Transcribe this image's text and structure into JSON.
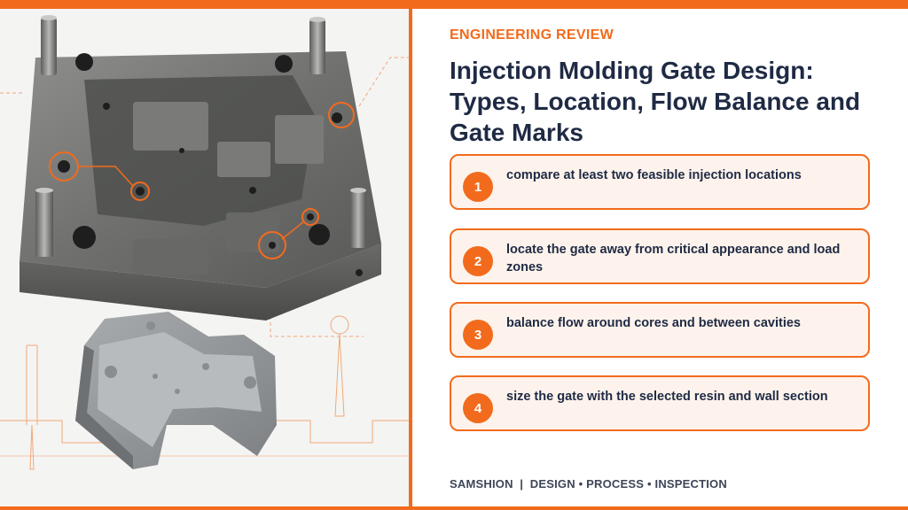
{
  "eyebrow": "ENGINEERING REVIEW",
  "title": "Injection Molding Gate Design: Types, Location, Flow Balance and Gate Marks",
  "steps": [
    {
      "number": "1",
      "text": "compare at least two feasible injection locations"
    },
    {
      "number": "2",
      "text": "locate the gate away from critical appearance and load zones"
    },
    {
      "number": "3",
      "text": "balance flow around cores and between cavities"
    },
    {
      "number": "4",
      "text": "size the gate with the selected resin and wall section"
    }
  ],
  "footer": "SAMSHION  |  DESIGN • PROCESS • INSPECTION",
  "colors": {
    "accent": "#f26b1d",
    "title": "#1f2a44",
    "card_bg": "#fdf3ec"
  }
}
